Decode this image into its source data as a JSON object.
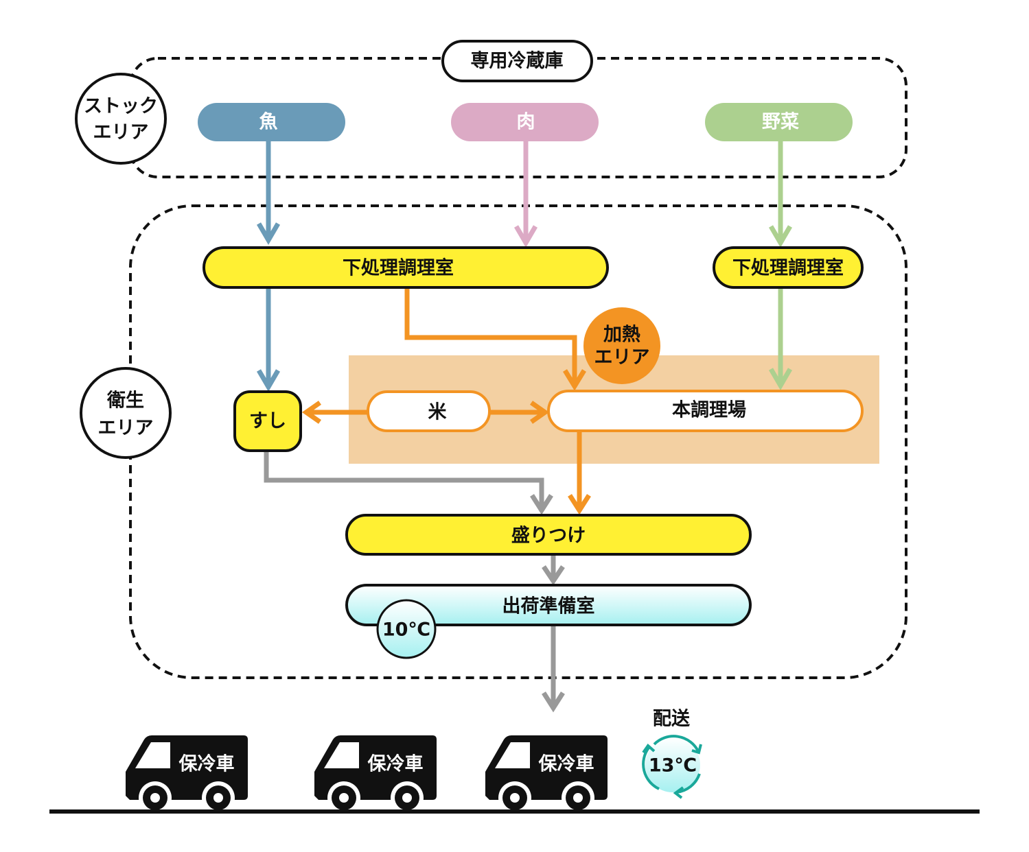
{
  "colors": {
    "fish": "#6a9bb8",
    "meat": "#dcaac5",
    "vegetable": "#acd08f",
    "yellow": "#fff033",
    "orange": "#f39423",
    "heat_area_bg": "#f3d0a2",
    "gray": "#999999",
    "teal": "#1aa89a"
  },
  "stock_area": {
    "label_line1": "ストック",
    "label_line2": "エリア",
    "storage_label": "専用冷蔵庫"
  },
  "ingredients": {
    "fish": "魚",
    "meat": "肉",
    "vegetable": "野菜"
  },
  "hygiene_area": {
    "label_line1": "衛生",
    "label_line2": "エリア"
  },
  "rooms": {
    "prep_main": "下処理調理室",
    "prep_veg": "下処理調理室",
    "sushi": "すし",
    "rice": "米",
    "main_kitchen": "本調理場",
    "plating": "盛りつけ",
    "shipping": "出荷準備室",
    "shipping_temp": "10℃"
  },
  "heat_area": {
    "label_line1": "加熱",
    "label_line2": "エリア"
  },
  "delivery": {
    "label": "配送",
    "temp": "13℃",
    "trucks": [
      "保冷車",
      "保冷車",
      "保冷車"
    ]
  }
}
